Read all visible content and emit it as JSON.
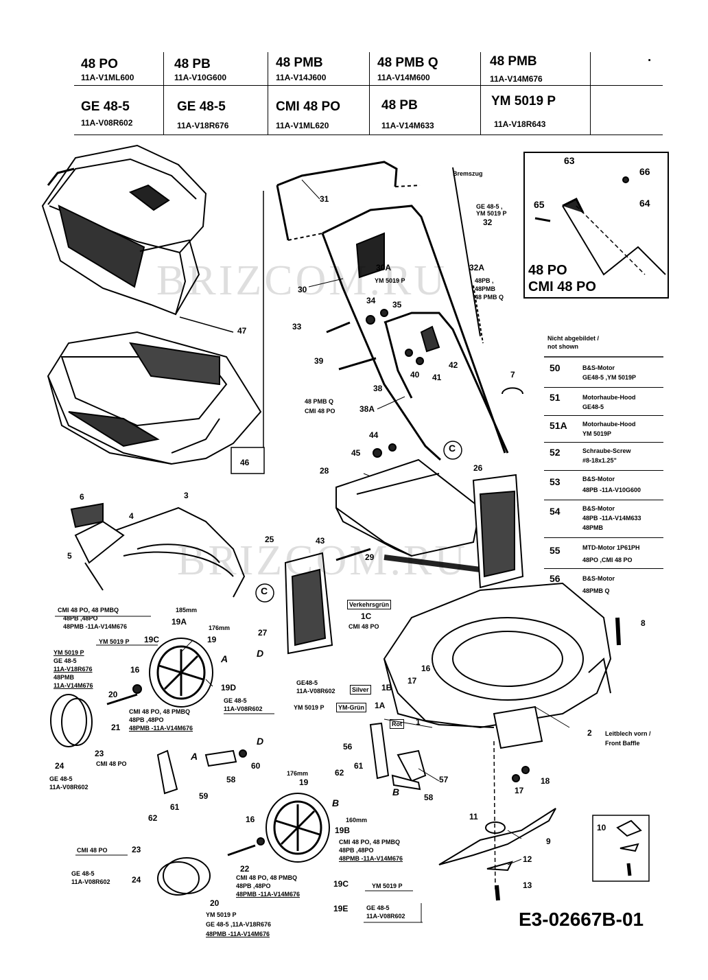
{
  "header_models": [
    [
      {
        "model": "48 PO",
        "sku": "11A-V1ML600"
      },
      {
        "model": "48 PB",
        "sku": "11A-V10G600"
      },
      {
        "model": "48 PMB",
        "sku": "11A-V14J600"
      },
      {
        "model": "48 PMB Q",
        "sku": "11A-V14M600"
      },
      {
        "model": "48 PMB",
        "sku": "11A-V14M676"
      }
    ],
    [
      {
        "model": "GE 48-5",
        "sku": "11A-V08R602"
      },
      {
        "model": "GE 48-5",
        "sku": "11A-V18R676"
      },
      {
        "model": "CMI 48 PO",
        "sku": "11A-V1ML620"
      },
      {
        "model": "48 PB",
        "sku": "11A-V14M633"
      },
      {
        "model": "YM 5019 P",
        "sku": "11A-V18R643"
      }
    ]
  ],
  "header_dot": ".",
  "inset": {
    "labels": [
      "63",
      "66",
      "65",
      "64"
    ],
    "title_lines": [
      "48 PO",
      "CMI 48 PO"
    ]
  },
  "not_shown_table": {
    "heading": [
      "Nicht abgebildet /",
      "not shown"
    ],
    "rows": [
      {
        "num": "50",
        "lines": [
          "B&S-Motor",
          "GE48-5 ,YM 5019P"
        ]
      },
      {
        "num": "51",
        "lines": [
          "Motorhaube-Hood",
          "GE48-5"
        ]
      },
      {
        "num": "51A",
        "lines": [
          "Motorhaube-Hood",
          "YM 5019P"
        ]
      },
      {
        "num": "52",
        "lines": [
          "Schraube-Screw",
          "#8-18x1.25\""
        ]
      },
      {
        "num": "53",
        "lines": [
          "B&S-Motor",
          "48PB -11A-V10G600"
        ]
      },
      {
        "num": "54",
        "lines": [
          "B&S-Motor",
          "48PB -11A-V14M633",
          "48PMB"
        ]
      },
      {
        "num": "55",
        "lines": [
          "MTD-Motor 1P61PH",
          "48PO ,CMI 48 PO"
        ]
      },
      {
        "num": "56",
        "lines": [
          "B&S-Motor",
          "48PMB Q"
        ]
      }
    ]
  },
  "part_labels": {
    "p47": "47",
    "p46": "46",
    "p31": "31",
    "bremszug": "Bremszug",
    "p32note1": "GE 48-5 ,",
    "p32note2": "YM 5019 P",
    "p32": "32",
    "p30A": "30A",
    "p30Anote": "YM 5019 P",
    "p30": "30",
    "p32A": "32A",
    "p32Anote1": "48PB ,",
    "p32Anote2": "48PMB",
    "p32Anote3": "48 PMB Q",
    "p34": "34",
    "p35": "35",
    "p33": "33",
    "p39": "39",
    "p40": "40",
    "p41": "41",
    "p42": "42",
    "p7": "7",
    "p38": "38",
    "p38Anote1": "48 PMB Q",
    "p38Anote2": "CMI 48 PO",
    "p38A": "38A",
    "p44": "44",
    "p45": "45",
    "circC1": "C",
    "p28": "28",
    "p26": "26",
    "p6": "6",
    "p3": "3",
    "p4": "4",
    "p5": "5",
    "p25": "25",
    "p43": "43",
    "p29": "29",
    "circC2": "C",
    "p27": "27",
    "pD1": "D",
    "p19Anote1": "CMI 48 PO, 48 PMBQ",
    "p19Anote2": "48PB ,48PO",
    "p19Anote3": "48PMB -11A-V14M676",
    "p185": "185mm",
    "p19A": "19A",
    "p176a": "176mm",
    "p19Cnote": "YM 5019 P",
    "p19C": "19C",
    "p19": "19",
    "pA1": "A",
    "ymnote1": "YM 5019 P",
    "ymnote2": "GE 48-5",
    "ymnote3": "11A-V18R676",
    "ymnote4": "48PMB",
    "ymnote5": "11A-V14M676",
    "p20": "20",
    "p16a": "16",
    "p19D": "19D",
    "p19Dnote1": "GE 48-5",
    "p19Dnote2": "11A-V08R602",
    "p21note1": "CMI 48 PO, 48 PMBQ",
    "p21": "21",
    "p21note2": "48PB ,48PO",
    "p21note3": "48PMB -11A-V14M676",
    "p23a": "23",
    "p23anote": "CMI 48 PO",
    "p24a": "24",
    "p24anote1": "GE 48-5",
    "p24anote2": "11A-V08R602",
    "vorder": "Verkehrsgrün",
    "p1C": "1C",
    "p1Cnote": "CMI 48 PO",
    "p8": "8",
    "p16b": "16",
    "p17a": "17",
    "ge485silver1": "GE48-5",
    "ge485silver2": "11A-V08R602",
    "silver": "Silver",
    "p1B": "1B",
    "ym5019": "YM 5019 P",
    "ymgruen": "YM-Grün",
    "p1A": "1A",
    "rot": "Rot",
    "p1": "1",
    "p2": "2",
    "p2note1": "Leitblech vorn /",
    "p2note2": "Front Baffle",
    "pA2": "A",
    "pD2": "D",
    "p60": "60",
    "p58a": "58",
    "p59": "59",
    "p61a": "61",
    "p62a": "62",
    "p56": "56",
    "p61b": "61",
    "p62b": "62",
    "p57": "57",
    "pB1": "B",
    "p58b": "58",
    "p17b": "17",
    "p18": "18",
    "p176b": "176mm",
    "p19b": "19",
    "pB2": "B",
    "p160": "160mm",
    "p19B": "19B",
    "p19Bnote1": "CMI 48 PO, 48 PMBQ",
    "p19Bnote2": "48PB ,48PO",
    "p19Bnote3": "48PMB -11A-V14M676",
    "p16c": "16",
    "p22": "22",
    "p22note1": "CMI 48 PO, 48 PMBQ",
    "p22note2": "48PB ,48PO",
    "p22note3": "48PMB -11A-V14M676",
    "p19C2": "19C",
    "p19C2note": "YM 5019 P",
    "p19E": "19E",
    "p19Enote1": "GE 48-5",
    "p19Enote2": "11A-V08R602",
    "p23bnote": "CMI 48 PO",
    "p23b": "23",
    "p24bnote1": "GE 48-5",
    "p24bnote2": "11A-V08R602",
    "p24b": "24",
    "p20b": "20",
    "p20bnote1": "YM 5019 P",
    "p20bnote2": "GE 48-5 ,11A-V18R676",
    "p20bnote3": "48PMB -11A-V14M676",
    "p11": "11",
    "p9": "9",
    "p12": "12",
    "p13": "13",
    "p10": "10"
  },
  "diagram_id": "E3-02667B-01",
  "watermark": "BRIZCOM.RU"
}
